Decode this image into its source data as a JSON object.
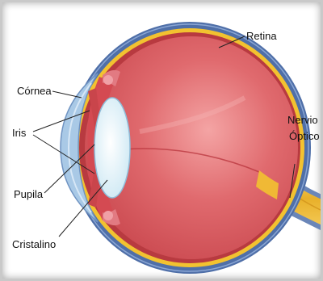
{
  "labels": {
    "retina": "Retina",
    "cornea": "Córnea",
    "iris": "Iris",
    "pupila": "Pupila",
    "cristalino": "Cristalino",
    "nervio_line1": "Nervio",
    "nervio_line2": "Óptico"
  },
  "colors": {
    "background": "#ffffff",
    "vitreous": "#d84e56",
    "choroid": "#b83a40",
    "retina_layer": "#f2c230",
    "sclera": "#4f6fa8",
    "cornea": "#a9c9e6",
    "lens": "#e9f5fb",
    "iris": "#c9454b",
    "optic_nerve": "#f0c040"
  }
}
